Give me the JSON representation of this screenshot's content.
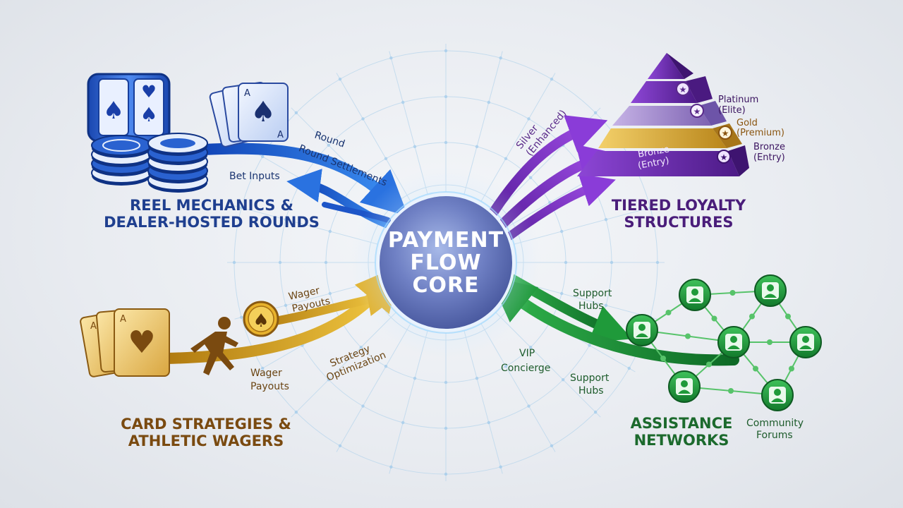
{
  "core": {
    "line1": "PAYMENT",
    "line2": "FLOW",
    "line3": "CORE"
  },
  "quadrants": {
    "reel": {
      "title_line1": "REEL MECHANICS &",
      "title_line2": "DEALER-HOSTED ROUNDS",
      "labels": [
        "Bet Inputs",
        "Round",
        "Round Settlements"
      ],
      "icon": "slot-reel-icon",
      "color": "#1f5fd0"
    },
    "loyalty": {
      "title_line1": "TIERED LOYALTY",
      "title_line2": "STRUCTURES",
      "arrow_label_line1": "Silver",
      "arrow_label_line2": "(Enhanced)",
      "tiers": [
        {
          "name": "Platinum",
          "sub": "(Elite)"
        },
        {
          "name": "Gold",
          "sub": "(Premium)"
        },
        {
          "name": "Bronze",
          "sub": "(Entry)"
        }
      ],
      "pyramid_label_line1": "Bronze",
      "pyramid_label_line2": "(Entry)",
      "color": "#7a2fc0"
    },
    "cards": {
      "title_line1": "CARD STRATEGIES &",
      "title_line2": "ATHLETIC WAGERS",
      "labels": {
        "top_line1": "Wager",
        "top_line2": "Payouts",
        "mid_line1": "Strategy",
        "mid_line2": "Optimization",
        "bottom_line1": "Wager",
        "bottom_line2": "Payouts"
      },
      "color": "#d4a020"
    },
    "assist": {
      "title_line1": "ASSISTANCE",
      "title_line2": "NETWORKS",
      "labels": {
        "hub1_line1": "Support",
        "hub1_line2": "Hubs",
        "vip_line1": "VIP",
        "vip_line2": "Concierge",
        "hub2_line1": "Support",
        "hub2_line2": "Hubs",
        "community_line1": "Community",
        "community_line2": "Forums"
      },
      "color": "#1f9a3a"
    }
  }
}
